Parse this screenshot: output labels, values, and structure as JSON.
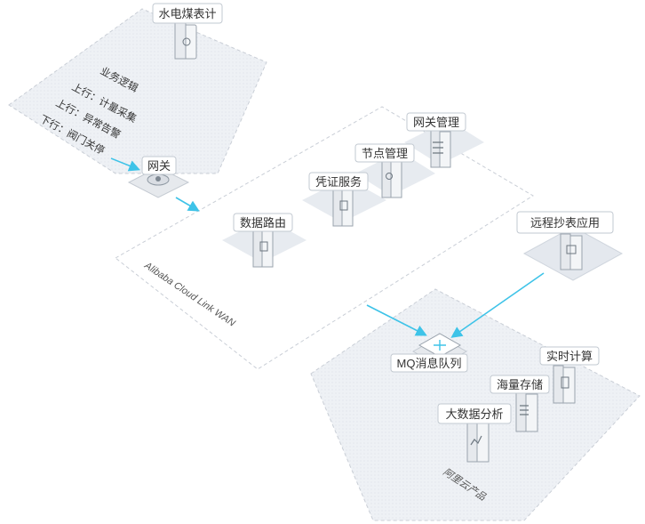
{
  "nodes": {
    "meter": "水电煤表计",
    "gateway": "网关",
    "data_routing": "数据路由",
    "credential_service": "凭证服务",
    "node_management": "节点管理",
    "gateway_management": "网关管理",
    "remote_meter_app": "远程抄表应用",
    "mq": "MQ消息队列",
    "realtime_compute": "实时计算",
    "mass_storage": "海量存储",
    "big_data_analysis": "大数据分析"
  },
  "business_logic": {
    "title": "业务逻辑",
    "lines": [
      "上行：计量采集",
      "上行：异常告警",
      "下行：阀门关停"
    ]
  },
  "regions": {
    "wan": "Alibaba Cloud Link WAN",
    "cloud": "阿里云产品"
  },
  "colors": {
    "arrow": "#3ec3e8",
    "platform": "#eef1f5",
    "dashed": "#c9ced6",
    "box_border": "#b8c0ca"
  }
}
